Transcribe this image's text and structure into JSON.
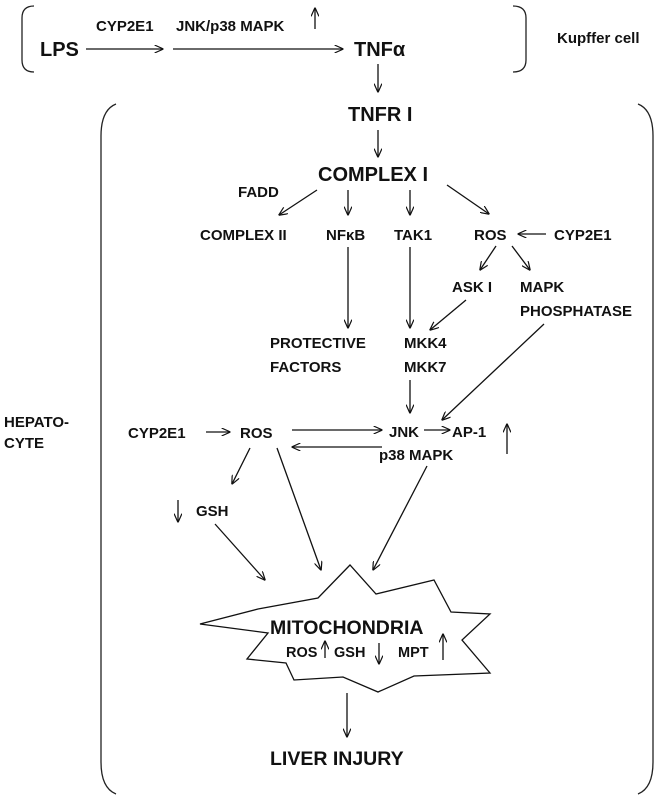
{
  "kupffer": {
    "lps": "LPS",
    "cyp2e1": "CYP2E1",
    "jnk_p38": "JNK/p38 MAPK",
    "tnfa": "TNFα",
    "region_label": "Kupffer cell"
  },
  "hepatocyte": {
    "region_label_line1": "HEPATO-",
    "region_label_line2": "CYTE"
  },
  "nodes": {
    "tnfr1": "TNFR I",
    "complex1": "COMPLEX I",
    "fadd": "FADD",
    "complex2": "COMPLEX II",
    "nfkb": "NFκB",
    "tak1": "TAK1",
    "ros_top": "ROS",
    "cyp2e1_right": "CYP2E1",
    "ask1": "ASK I",
    "mapk_phos_line1": "MAPK",
    "mapk_phos_line2": "PHOSPHATASE",
    "protective_line1": "PROTECTIVE",
    "protective_line2": "FACTORS",
    "mkk4": "MKK4",
    "mkk7": "MKK7",
    "cyp2e1_left": "CYP2E1",
    "ros_mid": "ROS",
    "jnk": "JNK",
    "ap1": "AP-1",
    "p38": "p38 MAPK",
    "gsh": "GSH",
    "mitochondria": "MITOCHONDRIA",
    "mito_ros": "ROS",
    "mito_gsh": "GSH",
    "mito_mpt": "MPT",
    "liver_injury": "LIVER INJURY"
  }
}
